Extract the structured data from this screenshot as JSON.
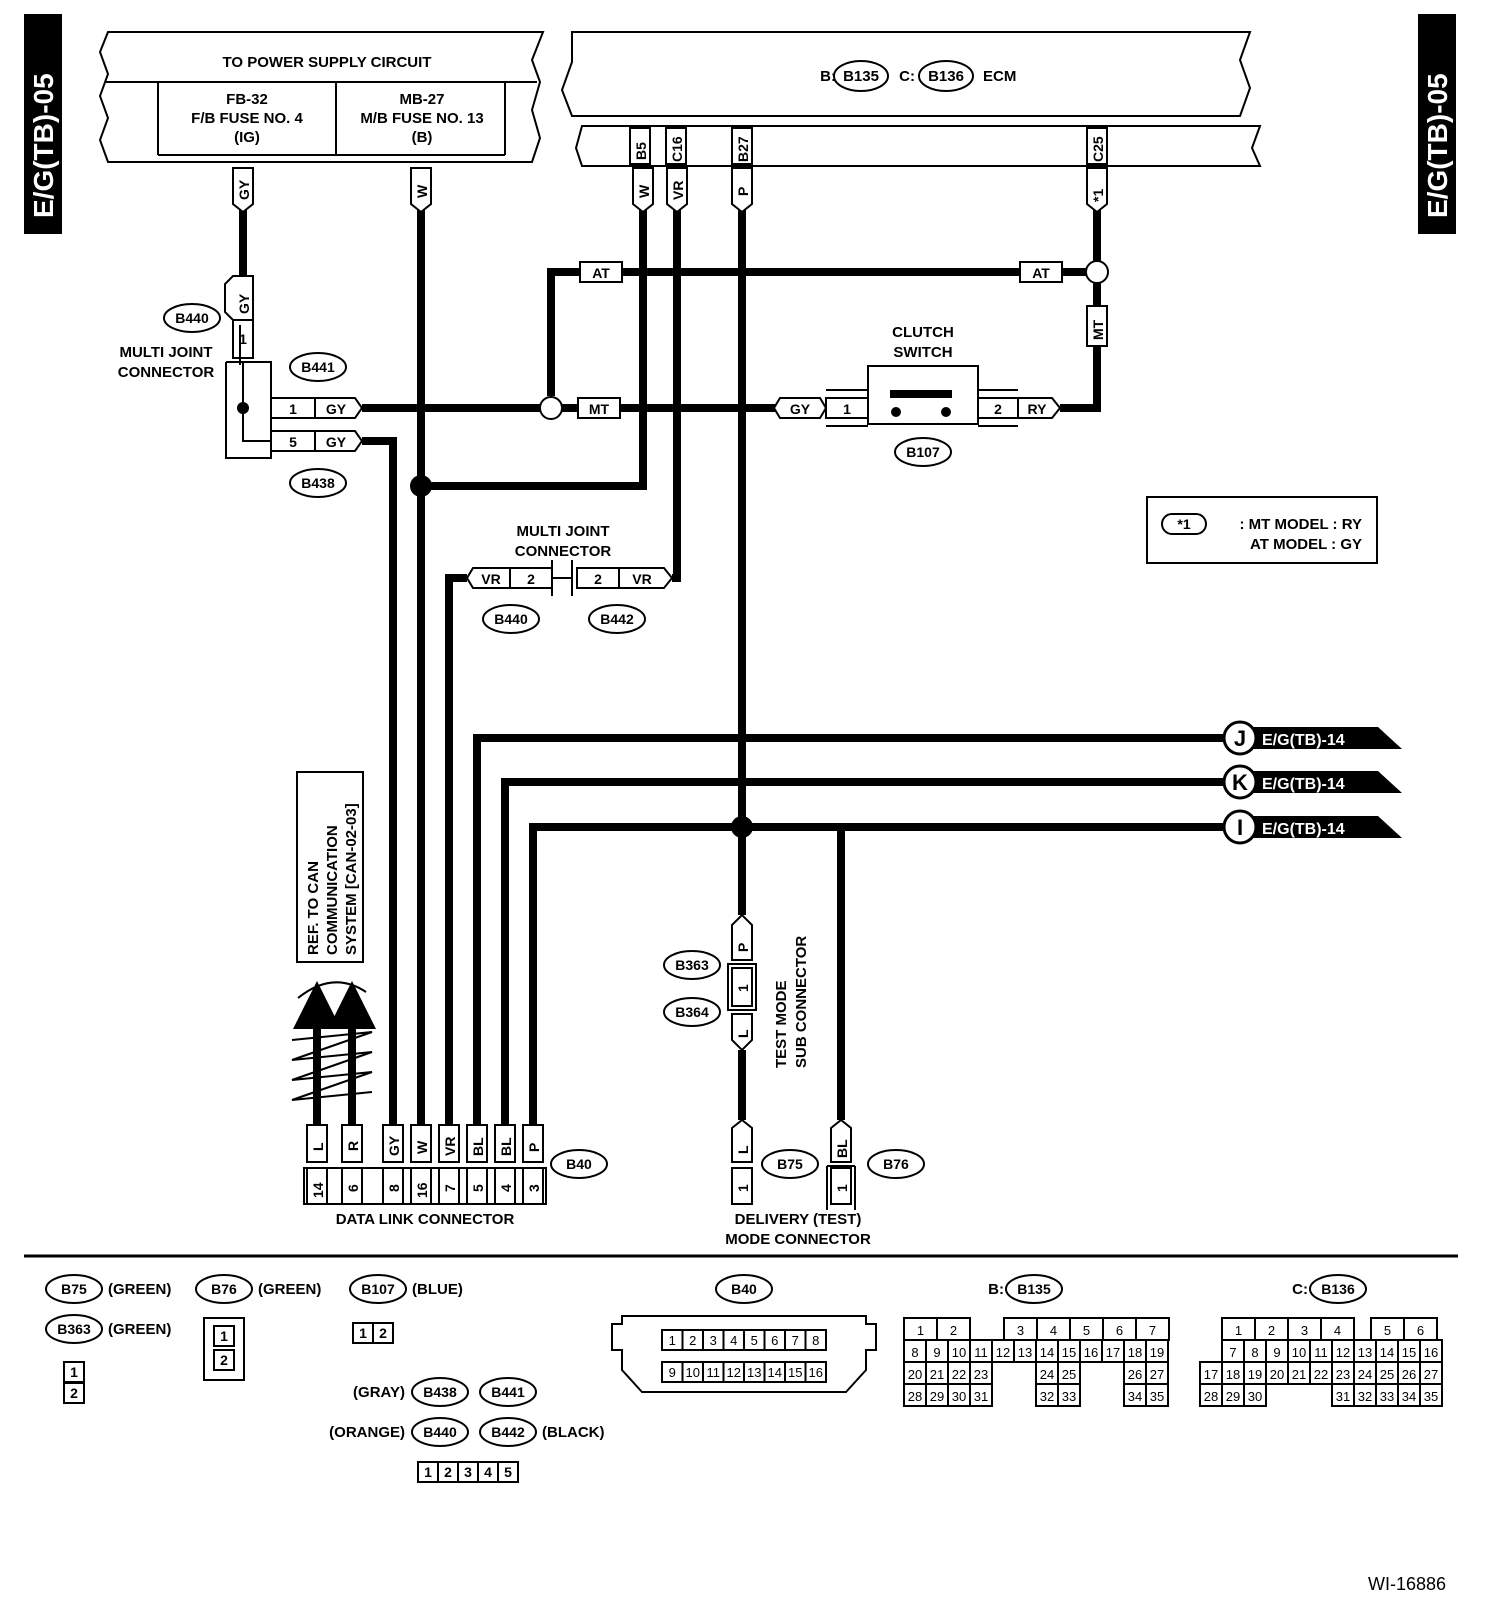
{
  "page": {
    "side_label": "E/G(TB)-05",
    "figure_id": "WI-16886"
  },
  "power_supply": {
    "title": "TO POWER SUPPLY CIRCUIT",
    "fuse1": {
      "line1": "FB-32",
      "line2": "F/B FUSE NO. 4",
      "line3": "(IG)"
    },
    "fuse2": {
      "line1": "MB-27",
      "line2": "M/B FUSE NO. 13",
      "line3": "(B)"
    }
  },
  "ecm": {
    "prefix_b": "B:",
    "prefix_c": "C:",
    "conn_b": "B135",
    "conn_c": "B136",
    "label": "ECM",
    "pins": [
      "B5",
      "C16",
      "B27",
      "C25"
    ]
  },
  "wires": {
    "gy": "GY",
    "w": "W",
    "vr": "VR",
    "p": "P",
    "star1": "*1",
    "at": "AT",
    "mt": "MT",
    "ry": "RY"
  },
  "connectors": {
    "b440": "B440",
    "b441": "B441",
    "b438": "B438",
    "b442": "B442",
    "b107": "B107",
    "b363": "B363",
    "b364": "B364",
    "b75": "B75",
    "b76": "B76"
  },
  "multi_joint_left": {
    "label_line1": "MULTI JOINT",
    "label_line2": "CONNECTOR",
    "pin_top": "1",
    "pin_b441": "1",
    "pin_b438": "5"
  },
  "multi_joint_middle": {
    "label_line1": "MULTI JOINT",
    "label_line2": "CONNECTOR",
    "pin_left": "2",
    "pin_right": "2"
  },
  "clutch_switch": {
    "label_line1": "CLUTCH",
    "label_line2": "SWITCH",
    "pin1": "1",
    "pin2": "2"
  },
  "footnote": {
    "symbol": "*1",
    "line1": ": MT MODEL : RY",
    "line2": "AT MODEL : GY"
  },
  "offpage": [
    {
      "letter": "J",
      "ref": "E/G(TB)-14"
    },
    {
      "letter": "K",
      "ref": "E/G(TB)-14"
    },
    {
      "letter": "I",
      "ref": "E/G(TB)-14"
    }
  ],
  "ref_box": {
    "line1": "REF. TO CAN",
    "line2": "COMMUNICATION",
    "line3": "SYSTEM [CAN-02-03]"
  },
  "data_link": {
    "connector": "B40",
    "label": "DATA LINK CONNECTOR",
    "wires": [
      "L",
      "R",
      "GY",
      "W",
      "VR",
      "BL",
      "BL",
      "P"
    ],
    "pins": [
      "14",
      "6",
      "8",
      "16",
      "7",
      "5",
      "4",
      "3"
    ]
  },
  "test_mode": {
    "wire_top": "P",
    "wire_bottom": "L",
    "pin": "1",
    "label_line1": "TEST MODE",
    "label_line2": "SUB CONNECTOR"
  },
  "delivery": {
    "b75_wire": "L",
    "b75_pin": "1",
    "b76_wire": "BL",
    "b76_pin": "1",
    "label_line1": "DELIVERY (TEST)",
    "label_line2": "MODE CONNECTOR"
  },
  "legend": {
    "b75": {
      "id": "B75",
      "color": "(GREEN)"
    },
    "b76": {
      "id": "B76",
      "color": "(GREEN)"
    },
    "b107": {
      "id": "B107",
      "color": "(BLUE)"
    },
    "b363": {
      "id": "B363",
      "color": "(GREEN)"
    },
    "b438": {
      "id": "B438",
      "color": "(GRAY)"
    },
    "b441": {
      "id": "B441"
    },
    "b440": {
      "id": "B440",
      "color": "(ORANGE)"
    },
    "b442": {
      "id": "B442",
      "color": "(BLACK)"
    },
    "b40": {
      "id": "B40",
      "row1": [
        "1",
        "2",
        "3",
        "4",
        "5",
        "6",
        "7",
        "8"
      ],
      "row2": [
        "9",
        "10",
        "11",
        "12",
        "13",
        "14",
        "15",
        "16"
      ]
    },
    "b135": {
      "id": "B135",
      "rows": [
        [
          "1",
          "2",
          "",
          "",
          "3",
          "4",
          "5",
          "6",
          "7"
        ],
        [
          "8",
          "9",
          "10",
          "11",
          "12",
          "13",
          "14",
          "15",
          "16",
          "17",
          "18",
          "19"
        ],
        [
          "20",
          "21",
          "22",
          "23",
          "",
          "",
          "24",
          "25",
          "",
          "",
          "26",
          "27"
        ],
        [
          "28",
          "29",
          "30",
          "31",
          "",
          "",
          "32",
          "33",
          "",
          "",
          "34",
          "35"
        ]
      ]
    },
    "b136": {
      "id": "B136",
      "rows": [
        [
          "",
          "1",
          "2",
          "3",
          "4",
          "",
          "5",
          "6"
        ],
        [
          "",
          "7",
          "8",
          "9",
          "10",
          "11",
          "12",
          "13",
          "14",
          "15",
          "16"
        ],
        [
          "17",
          "18",
          "19",
          "20",
          "21",
          "22",
          "23",
          "24",
          "25",
          "26",
          "27"
        ],
        [
          "28",
          "29",
          "30",
          "",
          "",
          "",
          "31",
          "32",
          "33",
          "34",
          "35"
        ]
      ]
    },
    "pin1": "1",
    "pin2": "2",
    "five_pin": [
      "1",
      "2",
      "3",
      "4",
      "5"
    ]
  }
}
